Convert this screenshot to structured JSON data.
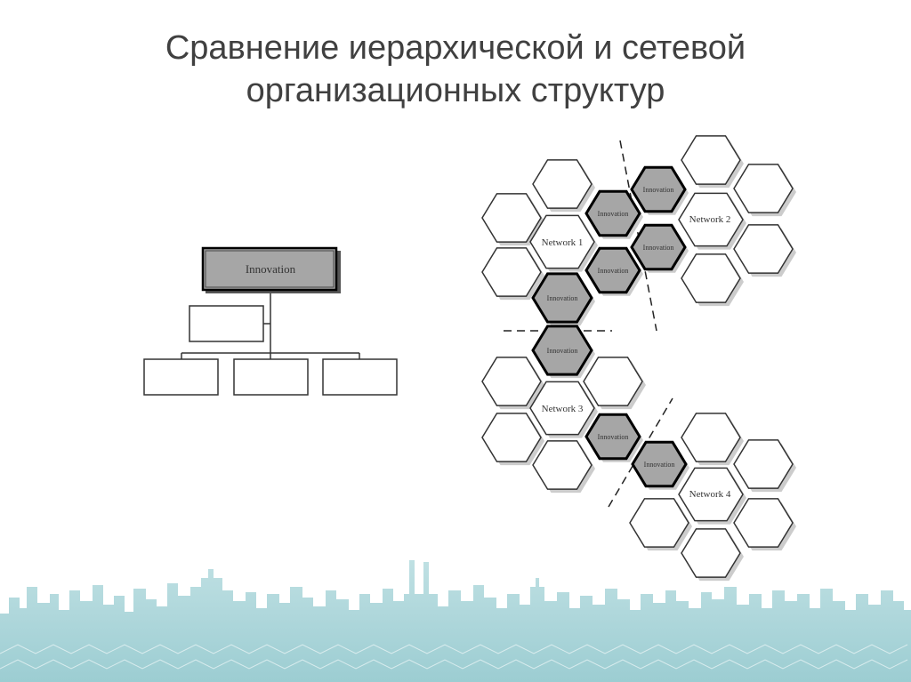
{
  "title": {
    "line1": "Сравнение иерархической и сетевой",
    "line2": "организационных структур"
  },
  "hierarchy": {
    "top_label": "Innovation"
  },
  "network": {
    "innovation_label": "Innovation",
    "network1": "Network 1",
    "network2": "Network 2",
    "network3": "Network 3",
    "network4": "Network 4"
  },
  "colors": {
    "title": "#404040",
    "innovation_fill": "#a6a6a6",
    "skyline": "#a9d4d8"
  }
}
